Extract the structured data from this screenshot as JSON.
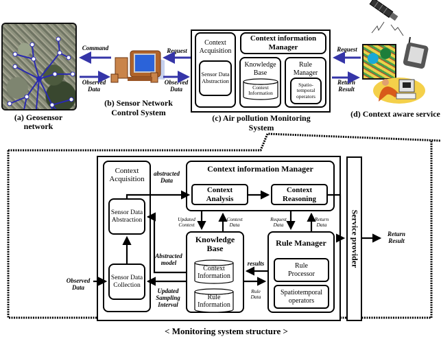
{
  "top": {
    "geosensor": {
      "caption": "(a) Geosensor network"
    },
    "sensor_network": {
      "caption_line1": "(b) Sensor Network",
      "caption_line2": "Control System"
    },
    "monitoring": {
      "caption_line1": "(c) Air pollution Monitoring",
      "caption_line2": "System",
      "context_acquisition": "Context Acquisition",
      "sensor_data_abstraction": "Sensor Data Abstraction",
      "cim": "Context information Manager",
      "knowledge_base": "Knowledge Base",
      "context_information": "Context Information",
      "rule_manager": "Rule Manager",
      "spatio_temporal": "Spatio-temporal operators"
    },
    "service": {
      "caption": "(d) Context aware service"
    },
    "arrows": {
      "command": "Command",
      "observed_data_left": "Observed Data",
      "request_mid": "Request",
      "observed_data_mid": "Observed Data",
      "request_right": "Request",
      "return_result": "Return Result"
    }
  },
  "bottom": {
    "context_acquisition": "Context Acquisition",
    "sensor_data_abstraction": "Sensor Data Abstraction",
    "sensor_data_collection": "Sensor Data Collection",
    "cim_title": "Context information Manager",
    "context_analysis": "Context Analysis",
    "context_reasoning": "Context Reasoning",
    "knowledge_base": "Knowledge Base",
    "context_information": "Context Information",
    "rule_information": "Rule Information",
    "rule_manager": "Rule Manager",
    "rule_processor": "Rule Processor",
    "spatiotemporal_operators": "Spatiotemporal operators",
    "service_provider": "Service provider",
    "labels": {
      "abstracted_data": "abstracted Data",
      "updated_context": "Updated Context",
      "context_data": "Context Data",
      "request_data": "Request Data",
      "return_data": "Return Data",
      "abstracted_model": "Abstracted model",
      "results": "results",
      "rule_data": "Rule Data",
      "updated_sampling_interval": "Updated Sampling Interval",
      "observed_data": "Observed Data",
      "return_result": "Return Result"
    },
    "caption": "< Monitoring system structure >"
  }
}
